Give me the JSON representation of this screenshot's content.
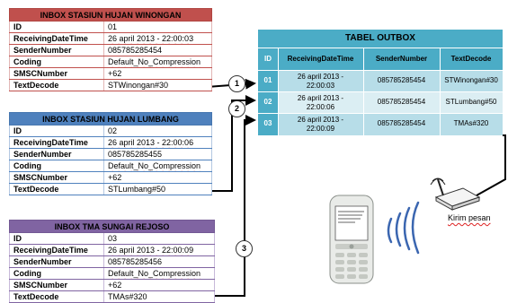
{
  "inbox_tables": [
    {
      "title": "INBOX STASIUN HUJAN WINONGAN",
      "rows": [
        {
          "key": "ID",
          "value": "01"
        },
        {
          "key": "ReceivingDateTime",
          "value": "26 april 2013 - 22:00:03"
        },
        {
          "key": "SenderNumber",
          "value": "085785285454"
        },
        {
          "key": "Coding",
          "value": "Default_No_Compression"
        },
        {
          "key": "SMSCNumber",
          "value": "+62"
        },
        {
          "key": "TextDecode",
          "value": "STWinongan#30"
        }
      ]
    },
    {
      "title": "INBOX STASIUN HUJAN LUMBANG",
      "rows": [
        {
          "key": "ID",
          "value": "02"
        },
        {
          "key": "ReceivingDateTime",
          "value": "26 april 2013 - 22:00:06"
        },
        {
          "key": "SenderNumber",
          "value": "085785285455"
        },
        {
          "key": "Coding",
          "value": "Default_No_Compression"
        },
        {
          "key": "SMSCNumber",
          "value": "+62"
        },
        {
          "key": "TextDecode",
          "value": "STLumbang#50"
        }
      ]
    },
    {
      "title": "INBOX TMA SUNGAI REJOSO",
      "rows": [
        {
          "key": "ID",
          "value": "03"
        },
        {
          "key": "ReceivingDateTime",
          "value": "26 april 2013 - 22:00:09"
        },
        {
          "key": "SenderNumber",
          "value": "085785285456"
        },
        {
          "key": "Coding",
          "value": "Default_No_Compression"
        },
        {
          "key": "SMSCNumber",
          "value": "+62"
        },
        {
          "key": "TextDecode",
          "value": "TMAs#320"
        }
      ]
    }
  ],
  "outbox": {
    "title": "TABEL OUTBOX",
    "headers": [
      "ID",
      "ReceivingDateTime",
      "SenderNumber",
      "TextDecode"
    ],
    "rows": [
      {
        "id": "01",
        "date_line1": "26 april 2013 -",
        "date_line2": "22:00:03",
        "sender": "085785285454",
        "text": "STWinongan#30"
      },
      {
        "id": "02",
        "date_line1": "26 april 2013 -",
        "date_line2": "22:00:06",
        "sender": "085785285454",
        "text": "STLumbang#50"
      },
      {
        "id": "03",
        "date_line1": "26 april 2013 -",
        "date_line2": "22:00:09",
        "sender": "085785285454",
        "text": "TMAs#320"
      }
    ]
  },
  "step_numbers": [
    "1",
    "2",
    "3"
  ],
  "phone_label": "Kirim pesan",
  "colors": {
    "winongan_header": "#c0504d",
    "lumbang_header": "#4f81bd",
    "rejoso_header": "#8064a2",
    "outbox": "#4bacc6"
  }
}
